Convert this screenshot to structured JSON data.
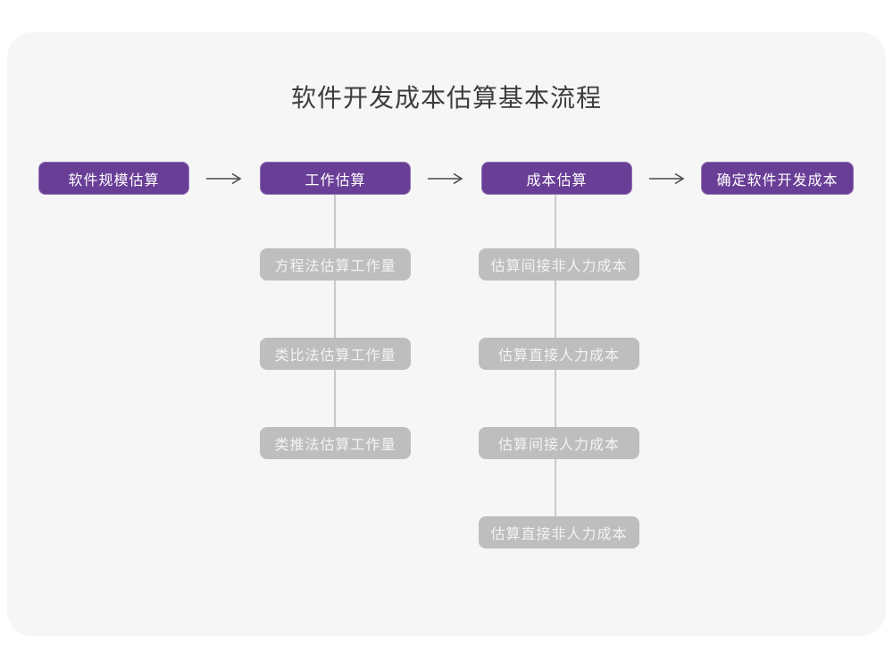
{
  "title": "软件开发成本估算基本流程",
  "colors": {
    "page_bg": "#ffffff",
    "card_bg": "#f6f6f7",
    "stage_bg": "#693e96",
    "stage_text": "#ffffff",
    "substep_bg": "#bebebe",
    "substep_text": "#f3f3f3",
    "connector": "#c9c9c9",
    "arrow": "#4a4a4a",
    "title_text": "#3d3d3d"
  },
  "flow": {
    "stages": [
      {
        "label": "软件规模估算",
        "substeps": []
      },
      {
        "label": "工作估算",
        "substeps": [
          "方程法估算工作量",
          "类比法估算工作量",
          "类推法估算工作量"
        ]
      },
      {
        "label": "成本估算",
        "substeps": [
          "估算间接非人力成本",
          "估算直接人力成本",
          "估算间接人力成本",
          "估算直接非人力成本"
        ]
      },
      {
        "label": "确定软件开发成本",
        "substeps": []
      }
    ]
  }
}
